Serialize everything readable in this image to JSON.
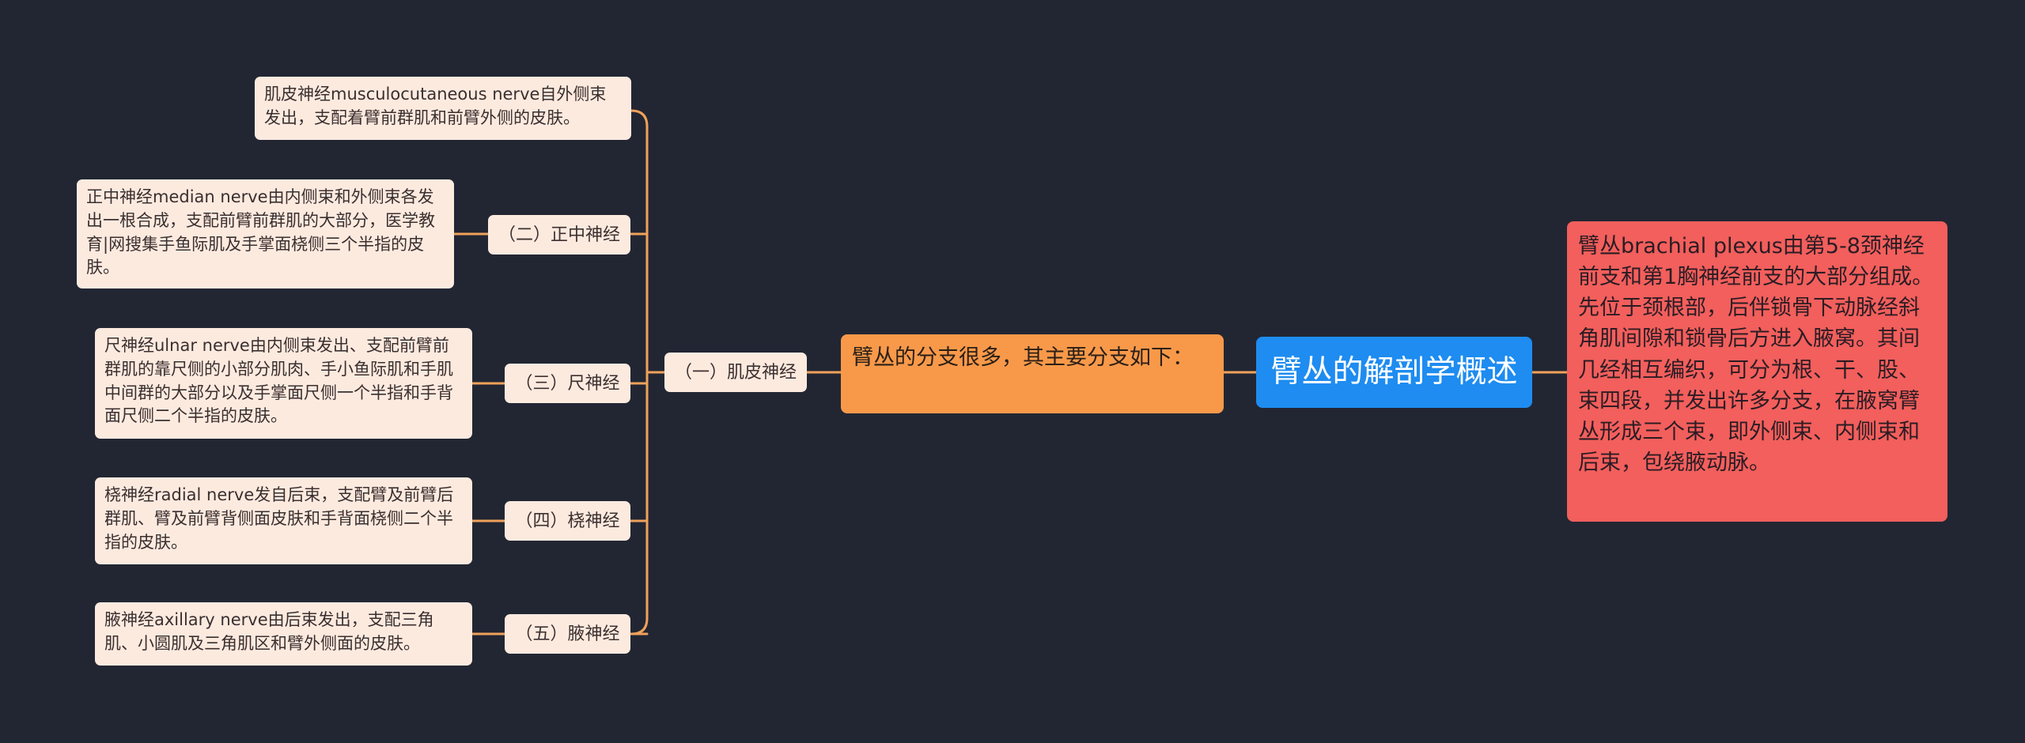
{
  "root": {
    "title": "臂丛的解剖学概述",
    "description": "臂丛brachial plexus由第5-8颈神经前支和第1胸神经前支的大部分组成。先位于颈根部，后伴锁骨下动脉经斜角肌间隙和锁骨后方进入腋窝。其间几经相互编织，可分为根、干、股、束四段，并发出许多分支，在腋窝臂丛形成三个束，即外侧束、内侧束和后束，包绕腋动脉。"
  },
  "branches": {
    "label": "臂丛的分支很多，其主要分支如下：",
    "items": [
      {
        "label": "（一）肌皮神经",
        "detail": "肌皮神经musculocutaneous nerve自外侧束发出，支配着臂前群肌和前臂外侧的皮肤。"
      },
      {
        "label": "（二）正中神经",
        "detail": "正中神经median nerve由内侧束和外侧束各发出一根合成，支配前臂前群肌的大部分，医学教育|网搜集手鱼际肌及手掌面桡侧三个半指的皮肤。"
      },
      {
        "label": "（三）尺神经",
        "detail": "尺神经ulnar nerve由内侧束发出、支配前臂前群肌的靠尺侧的小部分肌肉、手小鱼际肌和手肌中间群的大部分以及手掌面尺侧一个半指和手背面尺侧二个半指的皮肤。"
      },
      {
        "label": "（四）桡神经",
        "detail": "桡神经radial nerve发自后束，支配臂及前臂后群肌、臂及前臂背侧面皮肤和手背面桡侧二个半指的皮肤。"
      },
      {
        "label": "（五）腋神经",
        "detail": "腋神经axillary nerve由后束发出，支配三角肌、小圆肌及三角肌区和臂外侧面的皮肤。"
      }
    ]
  },
  "colors": {
    "background": "#222633",
    "root": "#1e8cf0",
    "description": "#f25f5c",
    "branch_hub": "#f8994a",
    "leaf": "#fdeadf",
    "connector": "#f0a15a"
  }
}
